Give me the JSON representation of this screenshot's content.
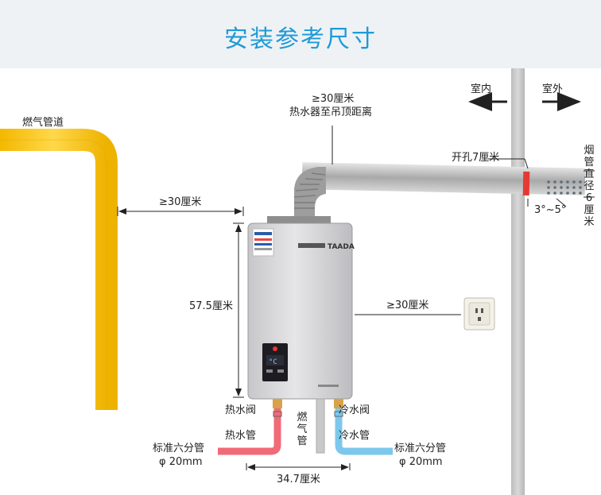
{
  "title": "安装参考尺寸",
  "labels": {
    "gas_pipe": "燃气管道",
    "top_clear_1": "≥30厘米",
    "top_clear_2": "热水器至吊顶距离",
    "indoor": "室内",
    "outdoor": "室外",
    "hole": "开孔7厘米",
    "slope": "3°~5°",
    "left_clear": "≥30厘米",
    "height": "57.5厘米",
    "right_clear": "≥30厘米",
    "hot_valve": "热水阀",
    "cold_valve": "冷水阀",
    "hot_pipe": "热水管",
    "cold_pipe": "冷水管",
    "std_pipe_left": "标准六分管",
    "dia_left": "φ 20mm",
    "std_pipe_right": "标准六分管",
    "dia_right": "φ 20mm",
    "width": "34.7厘米",
    "flue_dia": "烟管直径6厘米",
    "gas_pipe_v": "燃气管",
    "brand_en": "TAADA"
  },
  "colors": {
    "title": "#1f9ad6",
    "gas_pipe": "#f5c400",
    "hot_pipe": "#f06a78",
    "cold_pipe": "#7cc8ec",
    "wall": "#c8c8c8",
    "flue": "#b9b9b9"
  }
}
